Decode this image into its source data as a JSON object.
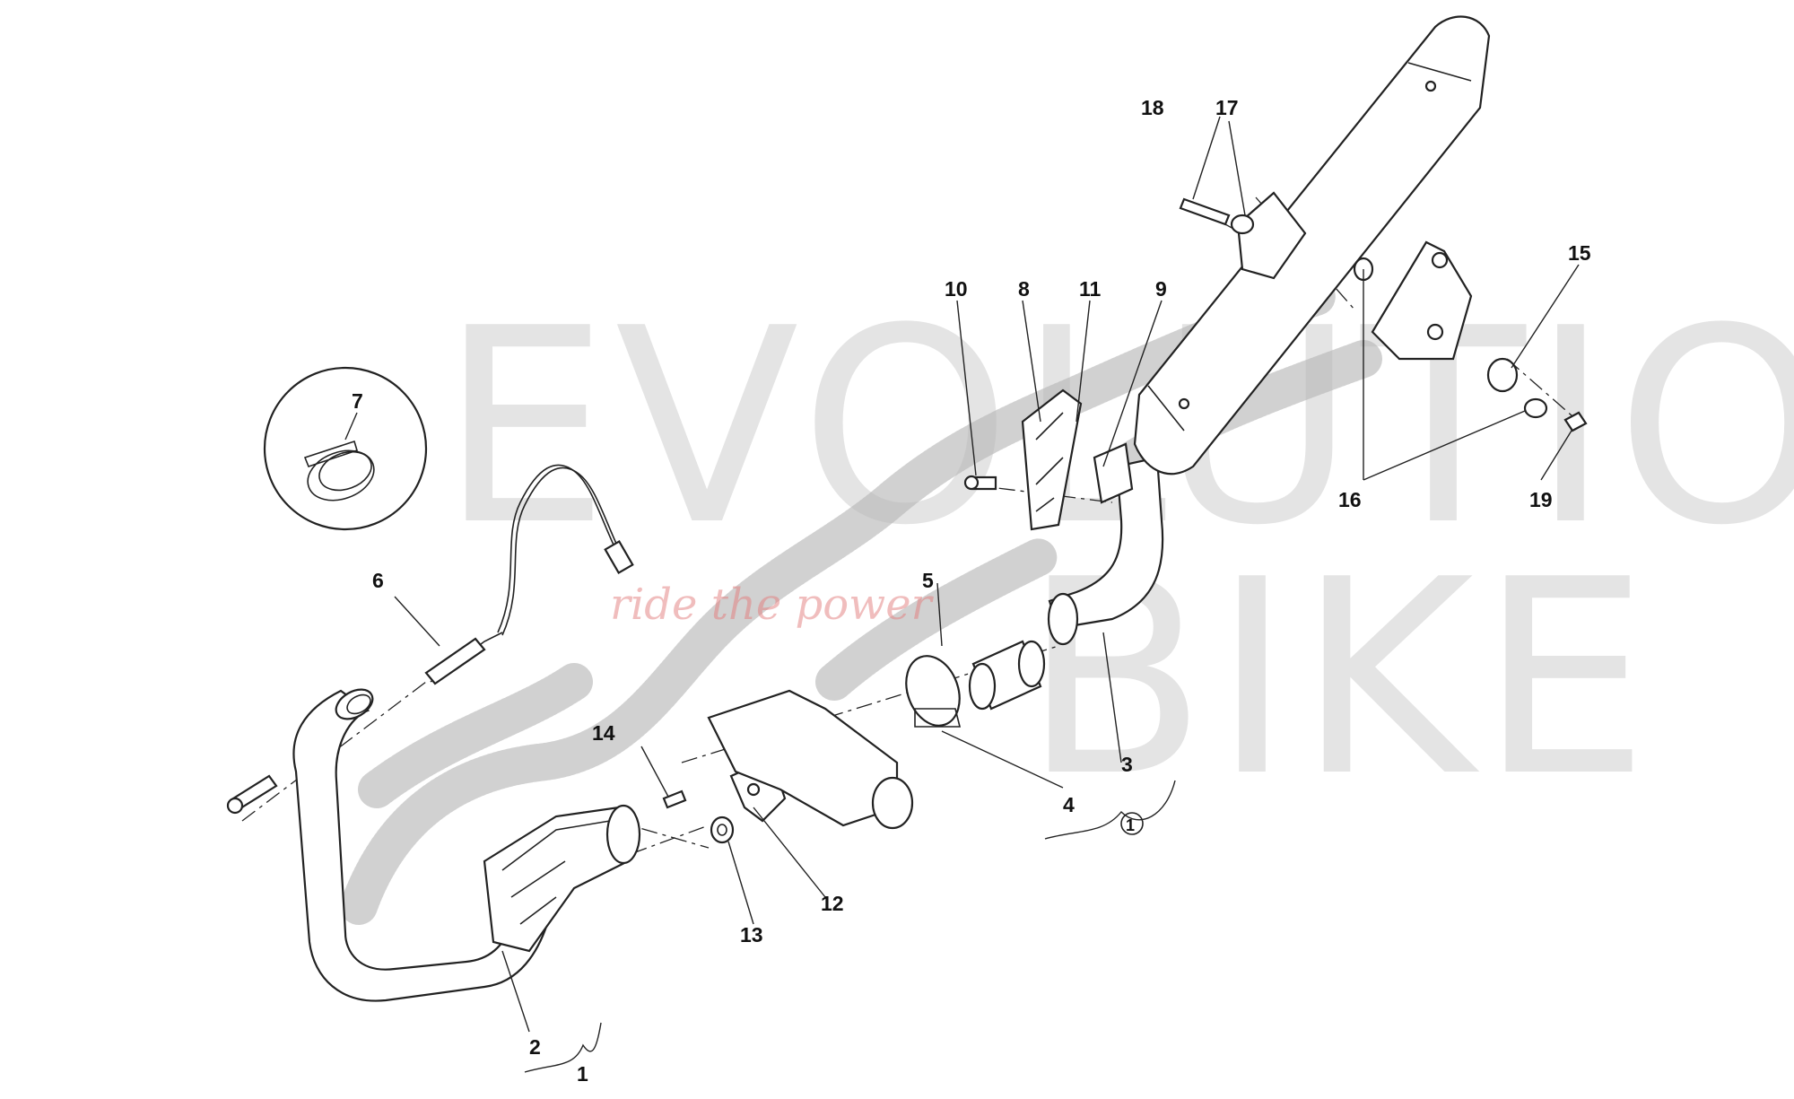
{
  "watermark": {
    "line1": "EVOLUTION",
    "line2": "BIKE",
    "tagline": "ride the power"
  },
  "callouts": [
    "1",
    "2",
    "3",
    "4",
    "5",
    "6",
    "7",
    "8",
    "9",
    "10",
    "11",
    "12",
    "13",
    "14",
    "15",
    "16",
    "17",
    "18",
    "19"
  ],
  "assembly_marker": "1"
}
